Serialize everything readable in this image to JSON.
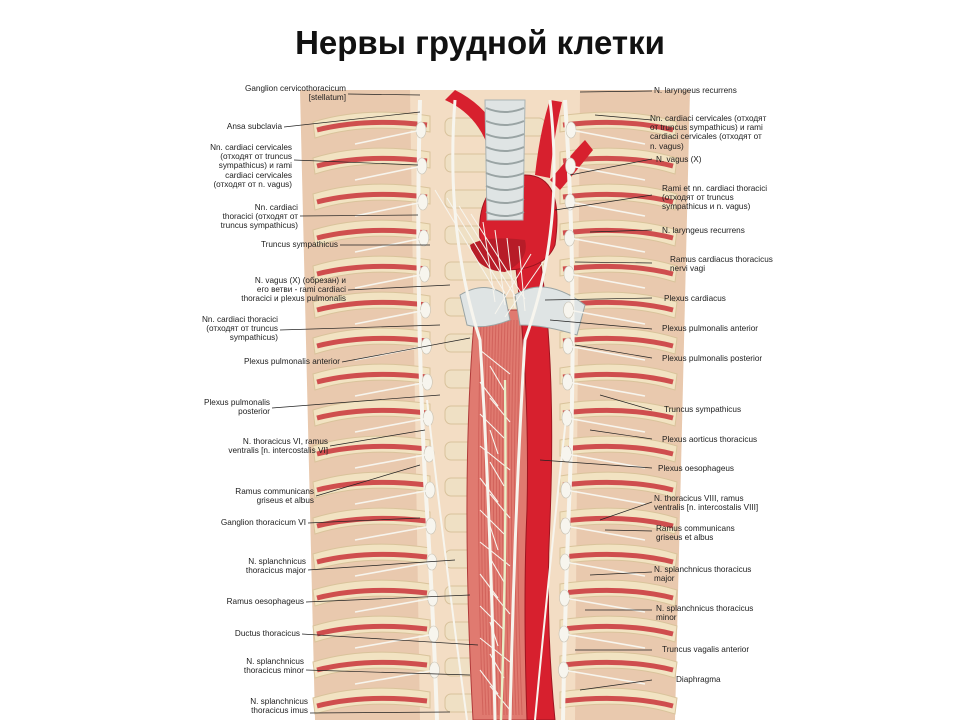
{
  "slide": {
    "title": "Нервы грудной клетки"
  },
  "colors": {
    "muscle": "#c9343a",
    "muscle_light": "#e07a70",
    "rib": "#f2e3c2",
    "nerve": "#f7f5ee",
    "vessel": "#d7202e",
    "trachea": "#dfe4e4"
  },
  "labels_left": [
    "Ganglion cervicothoracicum\n[stellatum]",
    "Ansa subclavia",
    "Nn. cardiaci cervicales\n(отходят от truncus\nsympathicus) и rami\ncardiaci cervicales\n(отходят от n. vagus)",
    "Nn. cardiaci\nthoracici (отходят от\ntruncus sympathicus)",
    "Truncus sympathicus",
    "N. vagus (X) (обрезан) и\nего ветви - rami cardiaci\nthoracici и plexus pulmonalis",
    "Nn. cardiaci thoracici\n(отходят от truncus\nsympathicus)",
    "Plexus pulmonalis anterior",
    "Plexus pulmonalis\nposterior",
    "N. thoracicus VI, ramus\nventralis [n. intercostalis VI]",
    "Ramus communicans\ngriseus et albus",
    "Ganglion thoracicum VI",
    "N. splanchnicus\nthoracicus major",
    "Ramus oesophageus",
    "Ductus thoracicus",
    "N. splanchnicus\nthoracicus minor",
    "N. splanchnicus\nthoracicus imus"
  ],
  "labels_right": [
    "N. laryngeus recurrens",
    "Nn. cardiaci cervicales (отходят\nот truncus sympathicus) и rami\ncardiaci cervicales (отходят от\nn. vagus)",
    "N. vagus (X)",
    "Rami et nn. cardiaci thoracici\n(отходят от truncus\nsympathicus и n. vagus)",
    "N. laryngeus recurrens",
    "Ramus cardiacus thoracicus\nnervi vagi",
    "Plexus cardiacus",
    "Plexus pulmonalis anterior",
    "Plexus pulmonalis posterior",
    "Truncus sympathicus",
    "Plexus aorticus thoracicus",
    "Plexus oesophageus",
    "N. thoracicus VIII, ramus\nventralis [n. intercostalis VIII]",
    "Ramus communicans\ngriseus et albus",
    "N. splanchnicus thoracicus\nmajor",
    "N. splanchnicus thoracicus\nminor",
    "Truncus vagalis anterior",
    "Diaphragma"
  ]
}
